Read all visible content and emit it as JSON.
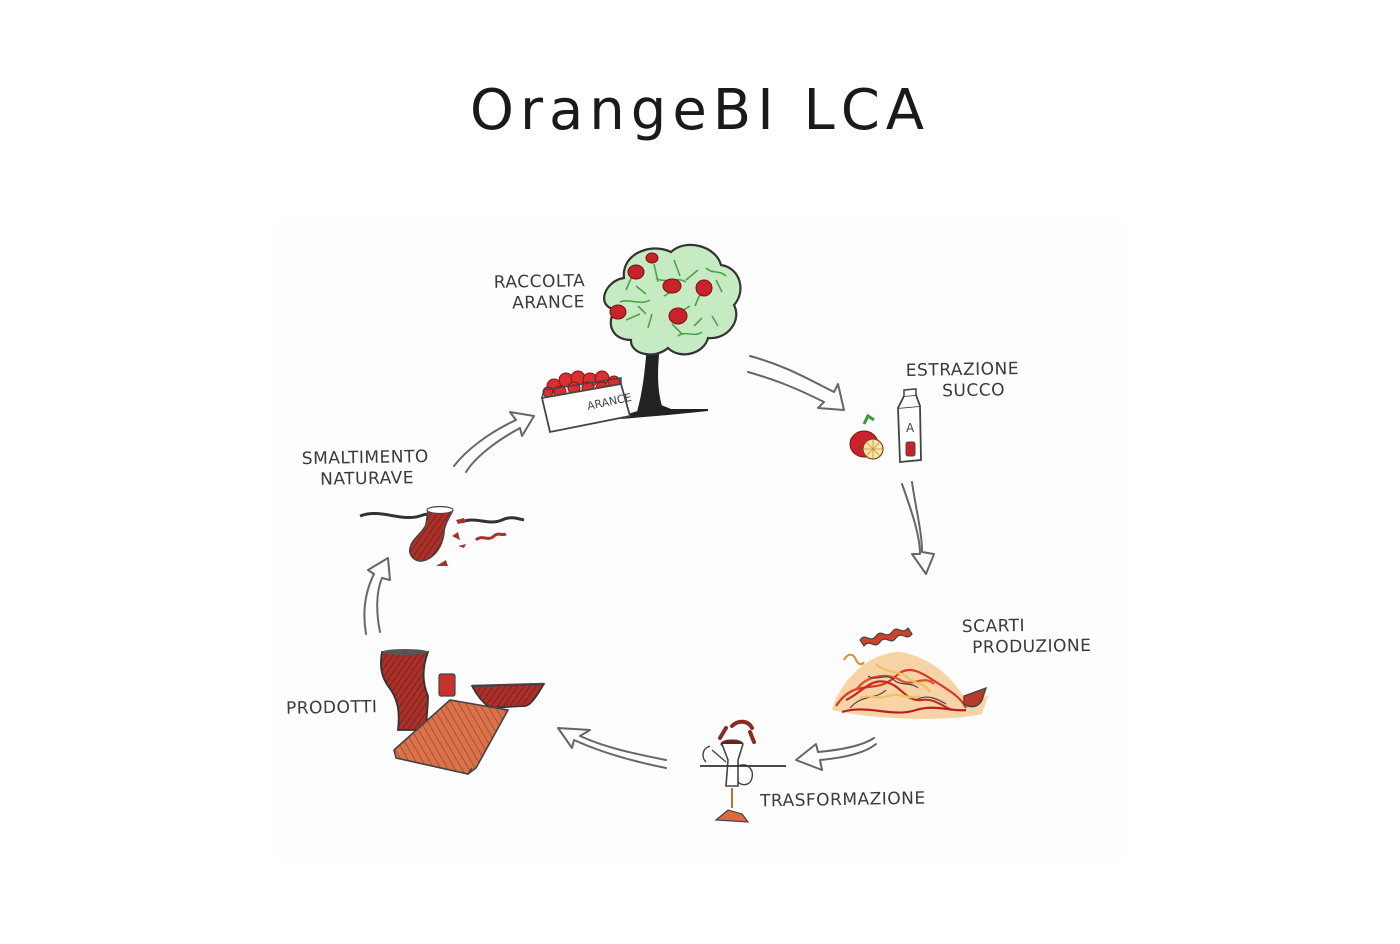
{
  "title": "OrangeBI LCA",
  "diagram": {
    "type": "life-cycle",
    "stages": [
      {
        "id": "raccolta",
        "lines": [
          "RACCOLTA",
          "ARANCE"
        ],
        "icon": "orange-tree-icon",
        "crate_label": "ARANCE"
      },
      {
        "id": "estrazione",
        "lines": [
          "ESTRAZIONE",
          "SUCCO"
        ],
        "icon": "juice-carton-icon",
        "carton_letter": "A"
      },
      {
        "id": "scarti",
        "lines": [
          "SCARTI",
          "PRODUZIONE"
        ],
        "icon": "peel-waste-pile-icon"
      },
      {
        "id": "trasformazione",
        "lines": [
          "TRASFORMAZIONE"
        ],
        "icon": "grinder-icon"
      },
      {
        "id": "prodotti",
        "lines": [
          "PRODOTTI"
        ],
        "icon": "products-icon"
      },
      {
        "id": "smaltimento",
        "lines": [
          "SMALTIMENTO",
          "NATURAVE"
        ],
        "icon": "buried-vase-icon"
      }
    ],
    "flow": [
      {
        "from": "raccolta",
        "to": "estrazione"
      },
      {
        "from": "estrazione",
        "to": "scarti"
      },
      {
        "from": "scarti",
        "to": "trasformazione"
      },
      {
        "from": "trasformazione",
        "to": "prodotti"
      },
      {
        "from": "prodotti",
        "to": "smaltimento"
      },
      {
        "from": "smaltimento",
        "to": "raccolta"
      }
    ],
    "colors": {
      "ink": "#3a3a3a",
      "orange_red": "#c8232a",
      "leaf_green": "#5cb85c",
      "product_brown": "#9a2a1c",
      "tray_orange": "#d0653f",
      "peel_yellow": "#f0c060"
    }
  }
}
